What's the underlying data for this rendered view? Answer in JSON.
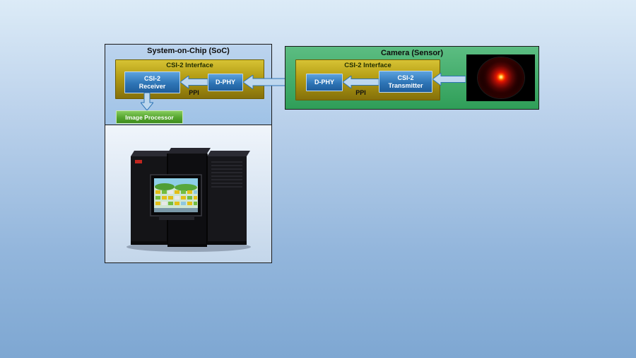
{
  "soc": {
    "title": "System-on-Chip (SoC)",
    "interface_title": "CSI-2 Interface",
    "receiver_label": "CSI-2 Receiver",
    "dphy_label": "D-PHY",
    "ppi_label": "PPI",
    "image_processor_label": "Image Processor"
  },
  "camera": {
    "title": "Camera (Sensor)",
    "interface_title": "CSI-2 Interface",
    "dphy_label": "D-PHY",
    "transmitter_label": "CSI-2 Transmitter",
    "ppi_label": "PPI",
    "sensor_image_icon": "red-camera-eye-icon"
  },
  "images": {
    "mainframe_icon": "mainframe-server-cabinet-icon"
  },
  "colors": {
    "background_top": "#dcebf7",
    "background_bottom": "#7ea7d2",
    "soc_fill": "#a9c8e8",
    "camera_fill": "#3fae6a",
    "interface_fill": "#b39c14",
    "node_fill": "#2e75b6",
    "image_processor_fill": "#54a52d",
    "arrow_fill": "#bdd7ee",
    "arrow_stroke": "#2e75b6"
  }
}
